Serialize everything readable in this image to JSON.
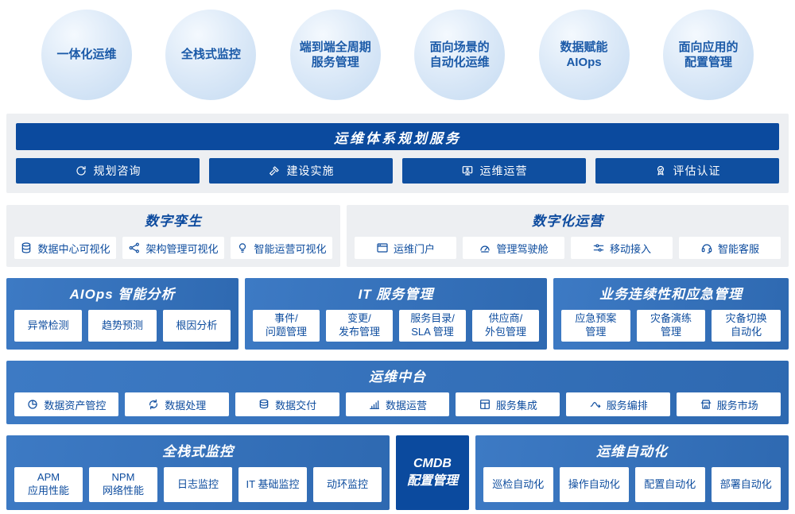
{
  "colors": {
    "dark_blue": "#0b4a9e",
    "panel_blue": "#356fb8",
    "light_gray": "#edeff2",
    "chip_text": "#0d4c9e",
    "bubble_fill": "#d4e4f5",
    "bubble_text": "#1b5aa8"
  },
  "bubbles": [
    {
      "label": "一体化运维"
    },
    {
      "label": "全栈式监控"
    },
    {
      "label": "端到端全周期\n服务管理"
    },
    {
      "label": "面向场景的\n自动化运维"
    },
    {
      "label": "数据赋能\nAIOps"
    },
    {
      "label": "面向应用的\n配置管理"
    }
  ],
  "planning": {
    "title": "运维体系规划服务",
    "buttons": [
      {
        "label": "规划咨询",
        "icon": "plan-cycle-icon"
      },
      {
        "label": "建设实施",
        "icon": "build-tool-icon"
      },
      {
        "label": "运维运营",
        "icon": "operations-screen-icon"
      },
      {
        "label": "评估认证",
        "icon": "certification-badge-icon"
      }
    ]
  },
  "digital_twin": {
    "title": "数字孪生",
    "chips": [
      {
        "label": "数据中心可视化",
        "icon": "database-icon"
      },
      {
        "label": "架构管理可视化",
        "icon": "topology-icon"
      },
      {
        "label": "智能运营可视化",
        "icon": "bulb-icon"
      }
    ]
  },
  "digital_operation": {
    "title": "数字化运营",
    "chips": [
      {
        "label": "运维门户",
        "icon": "portal-window-icon"
      },
      {
        "label": "管理驾驶舱",
        "icon": "gauge-icon"
      },
      {
        "label": "移动接入",
        "icon": "sliders-icon"
      },
      {
        "label": "智能客服",
        "icon": "headset-icon"
      }
    ]
  },
  "aiops": {
    "title": "AIOps 智能分析",
    "chips": [
      "异常检测",
      "趋势预测",
      "根因分析"
    ]
  },
  "itsm": {
    "title": "IT 服务管理",
    "chips": [
      "事件/\n问题管理",
      "变更/\n发布管理",
      "服务目录/\nSLA 管理",
      "供应商/\n外包管理"
    ]
  },
  "bcm": {
    "title": "业务连续性和应急管理",
    "chips": [
      "应急预案\n管理",
      "灾备演练\n管理",
      "灾备切换\n自动化"
    ]
  },
  "platform": {
    "title": "运维中台",
    "chips": [
      {
        "label": "数据资产管控",
        "icon": "pie-chart-icon"
      },
      {
        "label": "数据处理",
        "icon": "cycle-arrows-icon"
      },
      {
        "label": "数据交付",
        "icon": "coins-icon"
      },
      {
        "label": "数据运营",
        "icon": "bar-chart-icon"
      },
      {
        "label": "服务集成",
        "icon": "window-grid-icon"
      },
      {
        "label": "服务编排",
        "icon": "flow-icon"
      },
      {
        "label": "服务市场",
        "icon": "storefront-icon"
      }
    ]
  },
  "monitoring": {
    "title": "全栈式监控",
    "chips": [
      "APM\n应用性能",
      "NPM\n网络性能",
      "日志监控",
      "IT 基础监控",
      "动环监控"
    ]
  },
  "cmdb": {
    "title": "CMDB\n配置管理"
  },
  "automation": {
    "title": "运维自动化",
    "chips": [
      "巡检自动化",
      "操作自动化",
      "配置自动化",
      "部署自动化"
    ]
  }
}
